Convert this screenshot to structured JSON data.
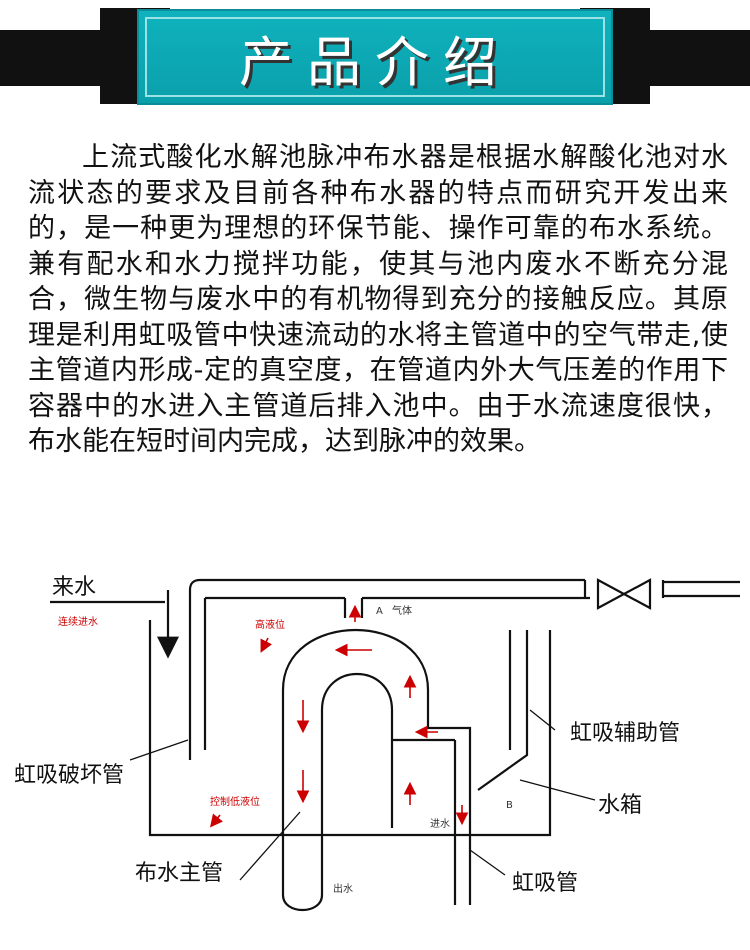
{
  "header": {
    "title": "产品介绍"
  },
  "intro": {
    "text": "上流式酸化水解池脉冲布水器是根据水解酸化池对水流状态的要求及目前各种布水器的特点而研究开发出来的，是一种更为理想的环保节能、操作可靠的布水系统。兼有配水和水力搅拌功能，使其与池内废水不断充分混合，微生物与废水中的有机物得到充分的接触反应。其原理是利用虹吸管中快速流动的水将主管道中的空气带走,使主管道内形成-定的真空度，在管道内外大气压差的作用下容器中的水进入主管道后排入池中。由于水流速度很快，布水能在短时间内完成，达到脉冲的效果。"
  },
  "diagram": {
    "labels": {
      "inflow": "来水",
      "continuous_inflow": "连续进水",
      "high_level": "高液位",
      "point_a": "A",
      "gas": "气体",
      "siphon_aux_pipe": "虹吸辅助管",
      "siphon_break_pipe": "虹吸破坏管",
      "low_level_control": "控制低液位",
      "point_b": "B",
      "water_tank": "水箱",
      "inlet_water": "进水",
      "main_pipe": "布水主管",
      "outflow": "出水",
      "siphon_pipe": "虹吸管"
    },
    "colors": {
      "arrow": "#cc0000",
      "line": "#111111"
    }
  }
}
